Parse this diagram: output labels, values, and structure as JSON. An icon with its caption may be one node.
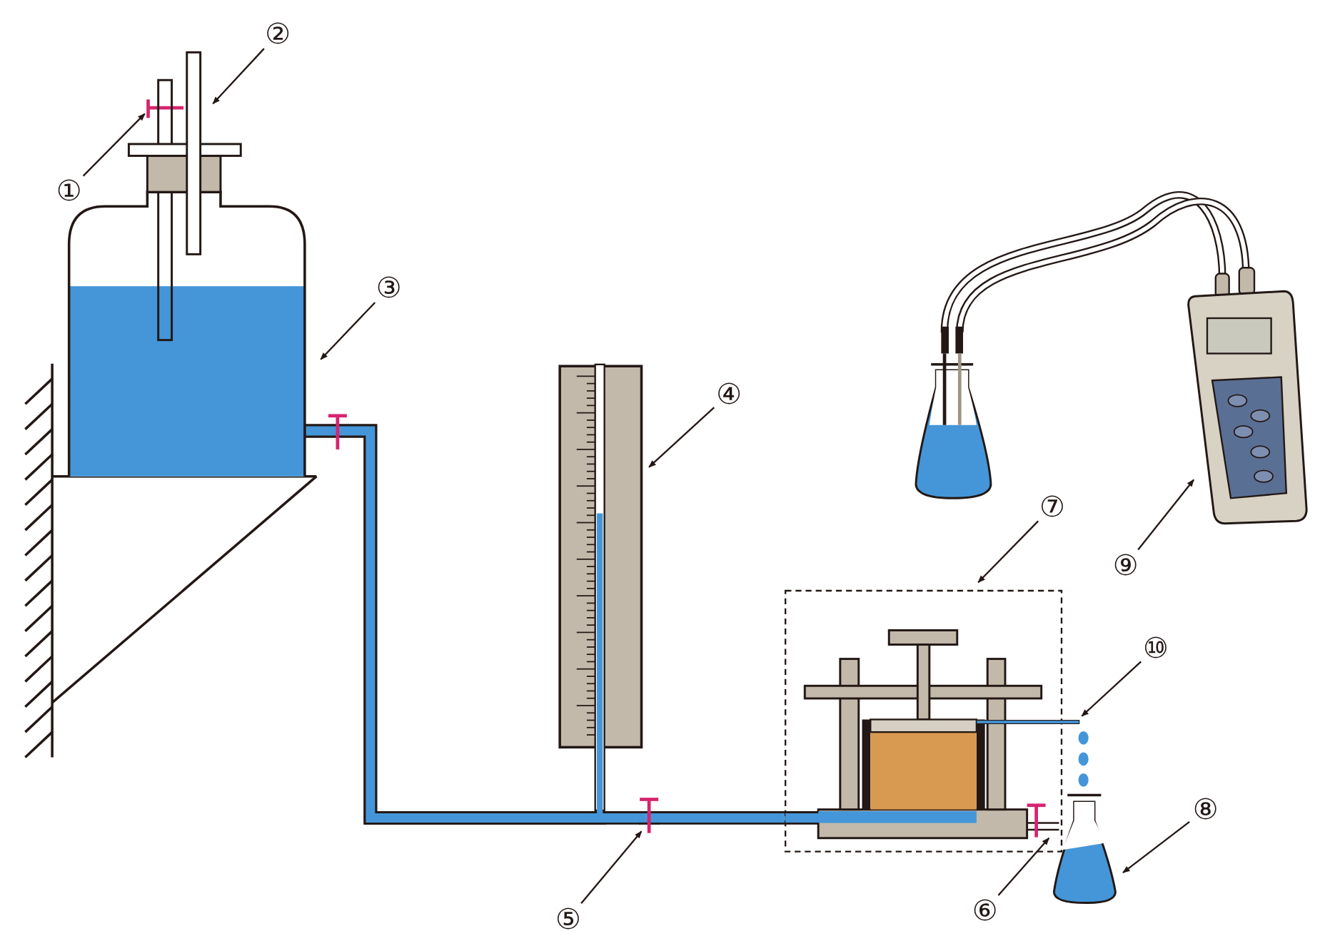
{
  "diagram": {
    "nodes": [
      {
        "text": [
          "①"
        ]
      },
      {
        "text": [
          "②"
        ]
      },
      {
        "text": [
          "③"
        ]
      },
      {
        "text": [
          "④"
        ]
      },
      {
        "text": [
          "⑤"
        ]
      },
      {
        "text": [
          "⑥"
        ]
      },
      {
        "text": [
          "⑦"
        ]
      },
      {
        "text": [
          "⑧"
        ]
      },
      {
        "text": [
          "⑨"
        ]
      },
      {
        "text": [
          "⑩"
        ]
      },
      {
        "text": [],
        "shape": "picture"
      },
      {
        "text": [],
        "shape": "bar"
      },
      {
        "text": [],
        "shape": "picture"
      },
      {
        "text": [],
        "shape": "picture"
      },
      {
        "text": [],
        "shape": "picture"
      },
      {
        "text": [],
        "shape": "picture"
      },
      {
        "text": [],
        "shape": "picture",
        "in": 15
      },
      {
        "text": [],
        "shape": "picture"
      },
      {
        "text": [],
        "shape": "picture"
      },
      {
        "text": [],
        "shape": "bar"
      }
    ],
    "edges": [
      {
        "from": 0,
        "to": 10,
        "arrow": "to"
      },
      {
        "from": 1,
        "to": 11,
        "arrow": "to"
      },
      {
        "from": 2,
        "to": 12,
        "arrow": "to"
      },
      {
        "from": 3,
        "to": 13,
        "arrow": "to"
      },
      {
        "from": 4,
        "to": 14,
        "arrow": "to"
      },
      {
        "from": 5,
        "to": 16,
        "arrow": "to"
      },
      {
        "from": 6,
        "to": 15,
        "arrow": "to"
      },
      {
        "from": 7,
        "to": 17,
        "arrow": "to"
      },
      {
        "from": 8,
        "to": 18,
        "arrow": "to"
      },
      {
        "from": 9,
        "to": 19,
        "arrow": "to"
      },
      {
        "from": 12,
        "to": 13,
        "arrow": "none",
        "style": "thick"
      },
      {
        "from": 12,
        "to": 14,
        "arrow": "none",
        "style": "thick"
      },
      {
        "from": 14,
        "to": 15,
        "arrow": "none",
        "style": "thick"
      }
    ]
  }
}
